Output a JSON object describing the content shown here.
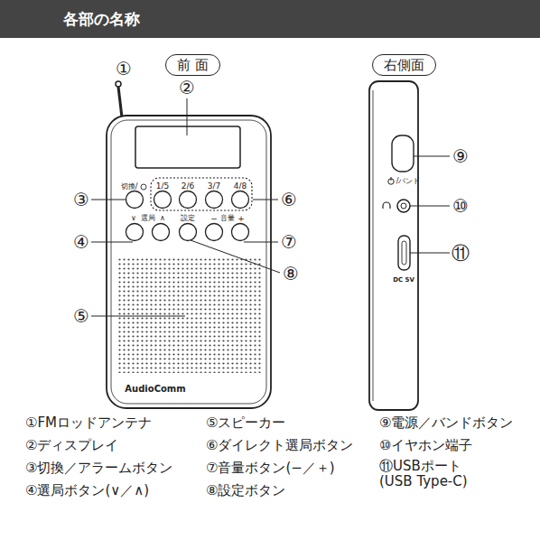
{
  "diagram": {
    "title": "各部の名称",
    "nodes": [
      {
        "text": [
          "前 面"
        ]
      },
      {
        "text": [
          "右側面"
        ]
      }
    ],
    "labels": [
      "①",
      "②",
      "③",
      "④",
      "⑤",
      "⑥",
      "⑦",
      "⑧",
      "⑨",
      "⑩",
      "⑪",
      "切換/",
      "1/5",
      "2/6",
      "3/7",
      "4/8",
      "∨",
      "選局",
      "∧",
      "設定",
      "−",
      "音量",
      "+",
      "AudioComm",
      "/バンド",
      "DC 5V",
      "①FMロッドアンテナ",
      "②ディスプレイ",
      "③切換／アラームボタン",
      "④選局ボタン(∨／∧)",
      "⑤スピーカー",
      "⑥ダイレクト選局ボタン",
      "⑦音量ボタン(−／＋)",
      "⑧設定ボタン",
      "⑨電源／バンドボタン",
      "⑩イヤホン端子",
      "⑪USBポート (USB Type-C)"
    ]
  }
}
